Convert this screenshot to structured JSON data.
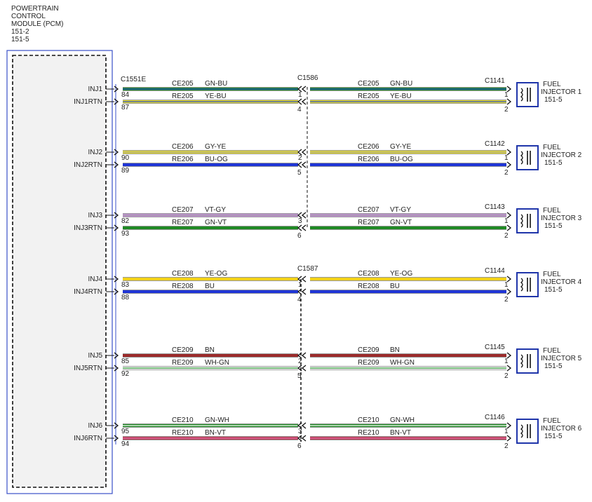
{
  "module": {
    "lines": [
      "POWERTRAIN",
      "CONTROL",
      "MODULE (PCM)",
      "151-2",
      "151-5"
    ]
  },
  "connectors": {
    "pcm": "C1551E",
    "inline_a": "C1586",
    "inline_b": "C1587"
  },
  "injectors": [
    {
      "pin_label": "INJ1",
      "rtn_label": "INJ1RTN",
      "pcm_pin_1": "84",
      "pcm_pin_2": "87",
      "inline_pin_1": "1",
      "inline_pin_2": "4",
      "inj_pin_1": "1",
      "inj_pin_2": "2",
      "circuit_1": "CE205",
      "color_1": "GN-BU",
      "circuit_2": "RE205",
      "color_2": "YE-BU",
      "conn": "C1141",
      "name_1": "FUEL",
      "name_2": "INJECTOR 1",
      "ref": "151-5",
      "wire_1": {
        "base": "#1f8a24",
        "stripe": "#2244cc"
      },
      "wire_2": {
        "base": "#eadf2a",
        "stripe": "#2244cc"
      }
    },
    {
      "pin_label": "INJ2",
      "rtn_label": "INJ2RTN",
      "pcm_pin_1": "90",
      "pcm_pin_2": "89",
      "inline_pin_1": "2",
      "inline_pin_2": "5",
      "inj_pin_1": "1",
      "inj_pin_2": "2",
      "circuit_1": "CE206",
      "color_1": "GY-YE",
      "circuit_2": "RE206",
      "color_2": "BU-OG",
      "conn": "C1142",
      "name_1": "FUEL",
      "name_2": "INJECTOR 2",
      "ref": "151-5",
      "wire_1": {
        "base": "#eadf2a",
        "stripe": "#9a9a9a"
      },
      "wire_2": {
        "base": "#1f35d6",
        "stripe": "#1f35d6"
      }
    },
    {
      "pin_label": "INJ3",
      "rtn_label": "INJ3RTN",
      "pcm_pin_1": "82",
      "pcm_pin_2": "93",
      "inline_pin_1": "3",
      "inline_pin_2": "6",
      "inj_pin_1": "1",
      "inj_pin_2": "2",
      "circuit_1": "CE207",
      "color_1": "VT-GY",
      "circuit_2": "RE207",
      "color_2": "GN-VT",
      "conn": "C1143",
      "name_1": "FUEL",
      "name_2": "INJECTOR 3",
      "ref": "151-5",
      "wire_1": {
        "base": "#c48fd8",
        "stripe": "#9a9a9a"
      },
      "wire_2": {
        "base": "#1f8a24",
        "stripe": "#1f8a24"
      }
    },
    {
      "pin_label": "INJ4",
      "rtn_label": "INJ4RTN",
      "pcm_pin_1": "83",
      "pcm_pin_2": "88",
      "inline_pin_1": "1",
      "inline_pin_2": "4",
      "inj_pin_1": "1",
      "inj_pin_2": "2",
      "circuit_1": "CE208",
      "color_1": "YE-OG",
      "circuit_2": "RE208",
      "color_2": "BU",
      "conn": "C1144",
      "name_1": "FUEL",
      "name_2": "INJECTOR 4",
      "ref": "151-5",
      "wire_1": {
        "base": "#f2d21a",
        "stripe": "#f2d21a"
      },
      "wire_2": {
        "base": "#1f35d6",
        "stripe": "#1f35d6"
      }
    },
    {
      "pin_label": "INJ5",
      "rtn_label": "INJ5RTN",
      "pcm_pin_1": "85",
      "pcm_pin_2": "92",
      "inline_pin_1": "2",
      "inline_pin_2": "5",
      "inj_pin_1": "1",
      "inj_pin_2": "2",
      "circuit_1": "CE209",
      "color_1": "BN",
      "circuit_2": "RE209",
      "color_2": "WH-GN",
      "conn": "C1145",
      "name_1": "FUEL",
      "name_2": "INJECTOR 5",
      "ref": "151-5",
      "wire_1": {
        "base": "#9b2a2a",
        "stripe": "#9b2a2a"
      },
      "wire_2": {
        "base": "#ffffff",
        "stripe": "#1f8a24"
      }
    },
    {
      "pin_label": "INJ6",
      "rtn_label": "INJ6RTN",
      "pcm_pin_1": "95",
      "pcm_pin_2": "94",
      "inline_pin_1": "3",
      "inline_pin_2": "6",
      "inj_pin_1": "1",
      "inj_pin_2": "2",
      "circuit_1": "CE210",
      "color_1": "GN-WH",
      "circuit_2": "RE210",
      "color_2": "BN-VT",
      "conn": "C1146",
      "name_1": "FUEL",
      "name_2": "INJECTOR 6",
      "ref": "151-5",
      "wire_1": {
        "base": "#1f8a24",
        "stripe": "#ffffff"
      },
      "wire_2": {
        "base": "#b8324a",
        "stripe": "#e07ab0"
      }
    }
  ],
  "styles": {
    "module_border": "#3a50c8",
    "module_fill": "#f2f2f2",
    "dash": "#111111"
  }
}
